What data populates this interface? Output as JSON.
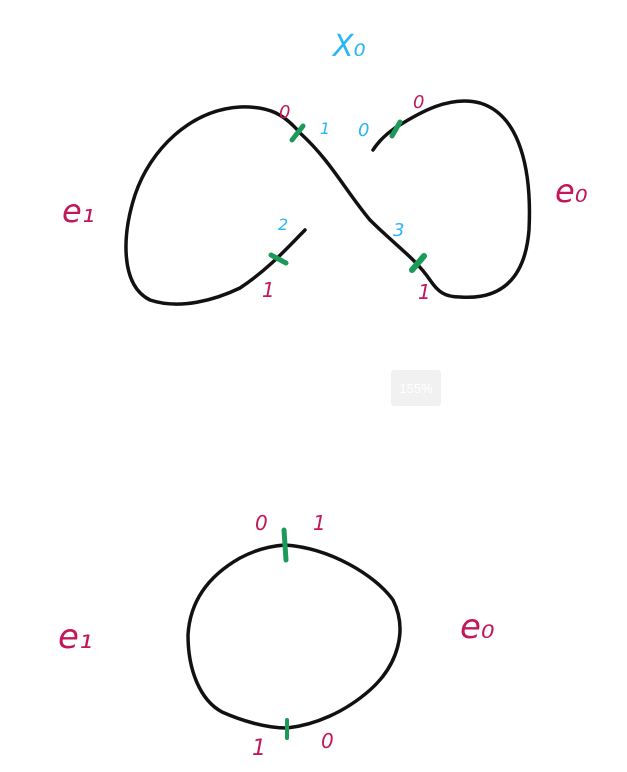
{
  "figure": {
    "top_title": "X₀",
    "top_labels": {
      "e1": "e₁",
      "e0": "e₀",
      "p0a": "0",
      "p0b": "0",
      "p1a": "1",
      "p1b": "1",
      "c1": "1",
      "c0": "0",
      "c2": "2",
      "c3": "3"
    },
    "bottom_labels": {
      "e1": "e₁",
      "e0": "e₀",
      "t0": "0",
      "t1": "1",
      "b1": "1",
      "b0": "0"
    }
  },
  "zoom": {
    "label": "155%"
  },
  "colors": {
    "ink": "#111111",
    "magenta": "#c2185b",
    "cyan": "#29b6f6",
    "green": "#1b9a5a"
  }
}
